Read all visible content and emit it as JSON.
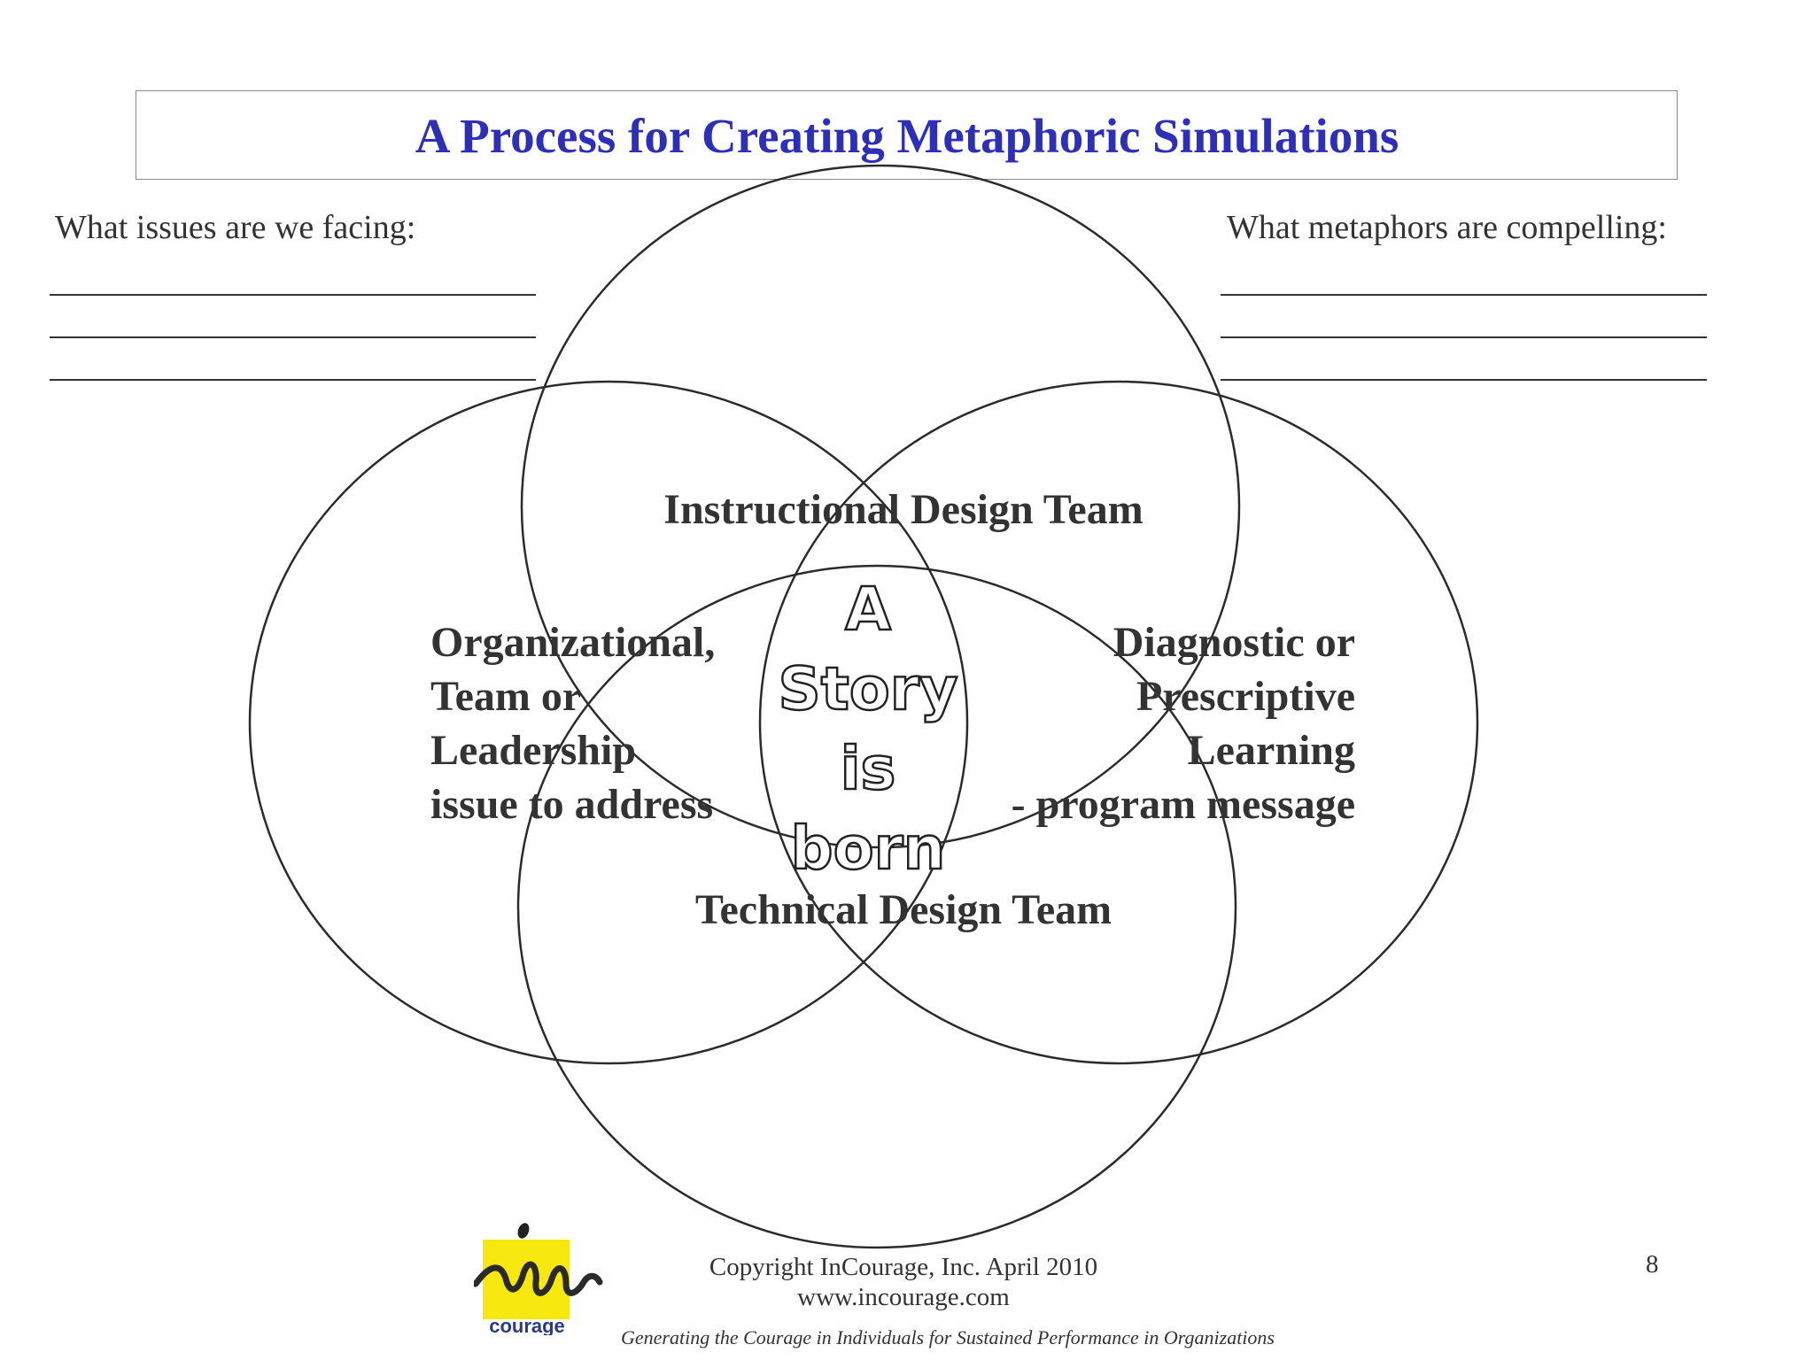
{
  "title": "A Process for Creating Metaphoric Simulations",
  "prompts": {
    "left": "What issues are we facing:",
    "right": "What metaphors are compelling:"
  },
  "circles": {
    "top": "Instructional Design Team",
    "bottom": "Technical Design Team",
    "left": [
      "Organizational,",
      "Team or",
      "Leadership",
      "issue to address"
    ],
    "right": [
      "Diagnostic or",
      "Prescriptive",
      "Learning",
      "- program message"
    ]
  },
  "center": [
    "A",
    "Story",
    "is",
    "born"
  ],
  "footer": {
    "copyright": "Copyright InCourage, Inc. April 2010",
    "url": "www.incourage.com",
    "tagline": "Generating the Courage in Individuals for Sustained Performance in Organizations",
    "page_number": "8",
    "logo_text": "courage"
  },
  "colors": {
    "title": "#2e2fb8",
    "logo_yellow": "#f7e80f",
    "text": "#333333"
  }
}
